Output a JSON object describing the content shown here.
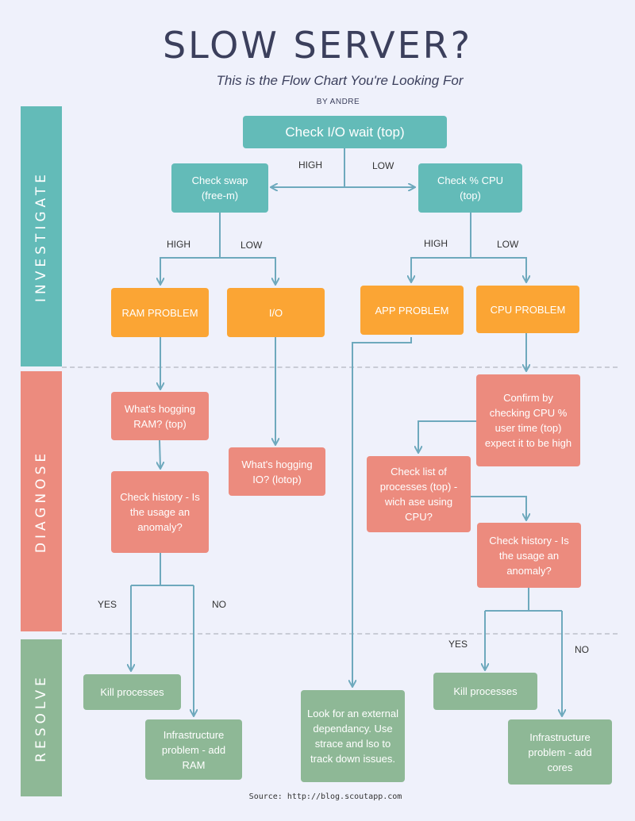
{
  "header": {
    "title": "SLOW SERVER?",
    "subtitle": "This is the Flow Chart You're Looking For",
    "byline": "BY ANDRE"
  },
  "phases": {
    "investigate": "INVESTIGATE",
    "diagnose": "DIAGNOSE",
    "resolve": "RESOLVE"
  },
  "colors": {
    "investigate": "#63bbb8",
    "diagnose": "#ec8b7e",
    "resolve": "#8eb896",
    "problem": "#fba534",
    "connector": "#6ea9bd"
  },
  "nodes": {
    "check_io_wait": "Check I/O wait (top)",
    "check_swap": "Check swap (free-m)",
    "check_cpu": "Check % CPU (top)",
    "ram_problem": "RAM PROBLEM",
    "io_problem": "I/O",
    "app_problem": "APP PROBLEM",
    "cpu_problem": "CPU PROBLEM",
    "whats_hogging_ram": "What's hogging RAM? (top)",
    "whats_hogging_io": "What's hogging IO? (lotop)",
    "confirm_cpu": "Confirm by checking CPU % user time (top) expect it to be high",
    "check_list_processes": "Check list of processes (top) - wich ase using CPU?",
    "check_history_ram": "Check history - Is the usage an anomaly?",
    "check_history_cpu": "Check history - Is the usage an anomaly?",
    "kill_processes_left": "Kill processes",
    "infra_ram": "Infrastructure problem - add RAM",
    "external_dependency": "Look for an external dependancy. Use strace and lso to track down issues.",
    "kill_processes_right": "Kill processes",
    "infra_cores": "Infrastructure problem - add cores"
  },
  "labels": {
    "io_high": "HIGH",
    "io_low": "LOW",
    "swap_high": "HIGH",
    "swap_low": "LOW",
    "cpu_high": "HIGH",
    "cpu_low": "LOW",
    "ram_yes": "YES",
    "ram_no": "NO",
    "cpu_yes": "YES",
    "cpu_no": "NO"
  },
  "footer": {
    "source": "Source: http://blog.scoutapp.com"
  }
}
